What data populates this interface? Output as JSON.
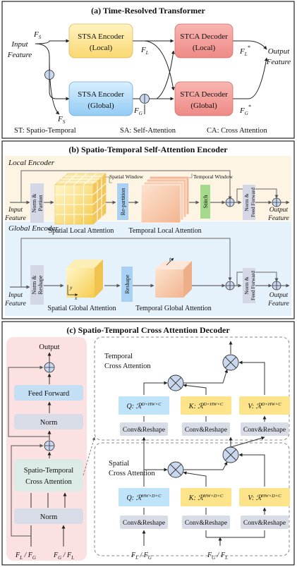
{
  "panel_a": {
    "title": "(a) Time-Resolved Transformer",
    "input_feature_l1": "Input",
    "input_feature_l2": "Feature",
    "output_feature_l1": "Output",
    "output_feature_l2": "Feature",
    "fs": "F",
    "fs_sub": "S",
    "fl": "F",
    "fl_sub": "L",
    "fg": "F",
    "fg_sub": "G",
    "fl_star": "F",
    "fg_star": "F",
    "star": "*",
    "stsa_local_l1": "STSA Encoder",
    "stsa_local_l2": "(Local)",
    "stsa_global_l1": "STSA Encoder",
    "stsa_global_l2": "(Global)",
    "stca_local_l1": "STCA Decoder",
    "stca_local_l2": "(Local)",
    "stca_global_l1": "STCA Decoder",
    "stca_global_l2": "(Global)",
    "legend_st": "ST: Spatio-Temporal",
    "legend_sa": "SA: Self-Attention",
    "legend_ca": "CA: Cross Attention"
  },
  "panel_b": {
    "title": "(b) Spatio-Temporal Self-Attention Encoder",
    "local_encoder": "Local Encoder",
    "global_encoder": "Global Encoder",
    "input_l1": "Input",
    "input_l2": "Feature",
    "output_l1": "Output",
    "output_l2": "Feature",
    "norm_partion_l1": "Norm &",
    "norm_partion_l2": "Partion",
    "re_partition": "Re-partition",
    "stitch": "Stitch",
    "norm_ff_l1": "Norm &",
    "norm_ff_l2": "Feed Forward",
    "spatial_window": "Spatial Window",
    "temporal_window": "Temporal Window",
    "spatial_local_attention": "Spatial Local Attention",
    "temporal_local_attention": "Temporal Local Attention",
    "norm_reshape_l1": "Norm &",
    "norm_reshape_l2": "Reshape",
    "reshape": "Reshape",
    "spatial_global_attention": "Spatial Global Attention",
    "temporal_global_attention": "Temporal Global Attention",
    "axis_x": "x",
    "axis_y": "y",
    "axis_t": "t"
  },
  "panel_c": {
    "title": "(c) Spatio-Temporal Cross Attention Decoder",
    "output": "Output",
    "feed_forward": "Feed Forward",
    "norm_top": "Norm",
    "stca_l1": "Spatio-Temporal",
    "stca_l2": "Cross Attention",
    "norm_bottom": "Norm",
    "in_left": "F",
    "in_left_sub_l": "L",
    "in_left_sep": " / ",
    "in_left_sub_g": "G",
    "in_right_sub_g": "G",
    "in_right_sub_l": "L",
    "temporal_ca_l1": "Temporal",
    "temporal_ca_l2": "Cross Attention",
    "spatial_ca_l1": "Spatial",
    "spatial_ca_l2": "Cross Attention",
    "q_top": "Q: ℛ",
    "k_top": "K: ℛ",
    "v_top": "V: ℛ",
    "sup_top": "D×HW×C",
    "q_bot": "Q: ℛ",
    "k_bot": "K: ℛ",
    "v_bot": "V: ℛ",
    "sup_bot": "HW×D×C",
    "conv_reshape": "Conv&Reshape"
  },
  "colors": {
    "stsa": "#fde07f",
    "stsa_global": "#9fd3f7",
    "stca": "#f2928e",
    "panel_b_top": "#fdf6e8",
    "panel_b_bottom": "#e6f2fb",
    "panel_c_left": "#fbe3e3",
    "qkv_blue": "#bfe3f9",
    "qkv_yellow": "#fde48a",
    "gray_box": "#d8dce6",
    "green": "#a5d98c",
    "blue_rect": "#a9d1f3"
  }
}
